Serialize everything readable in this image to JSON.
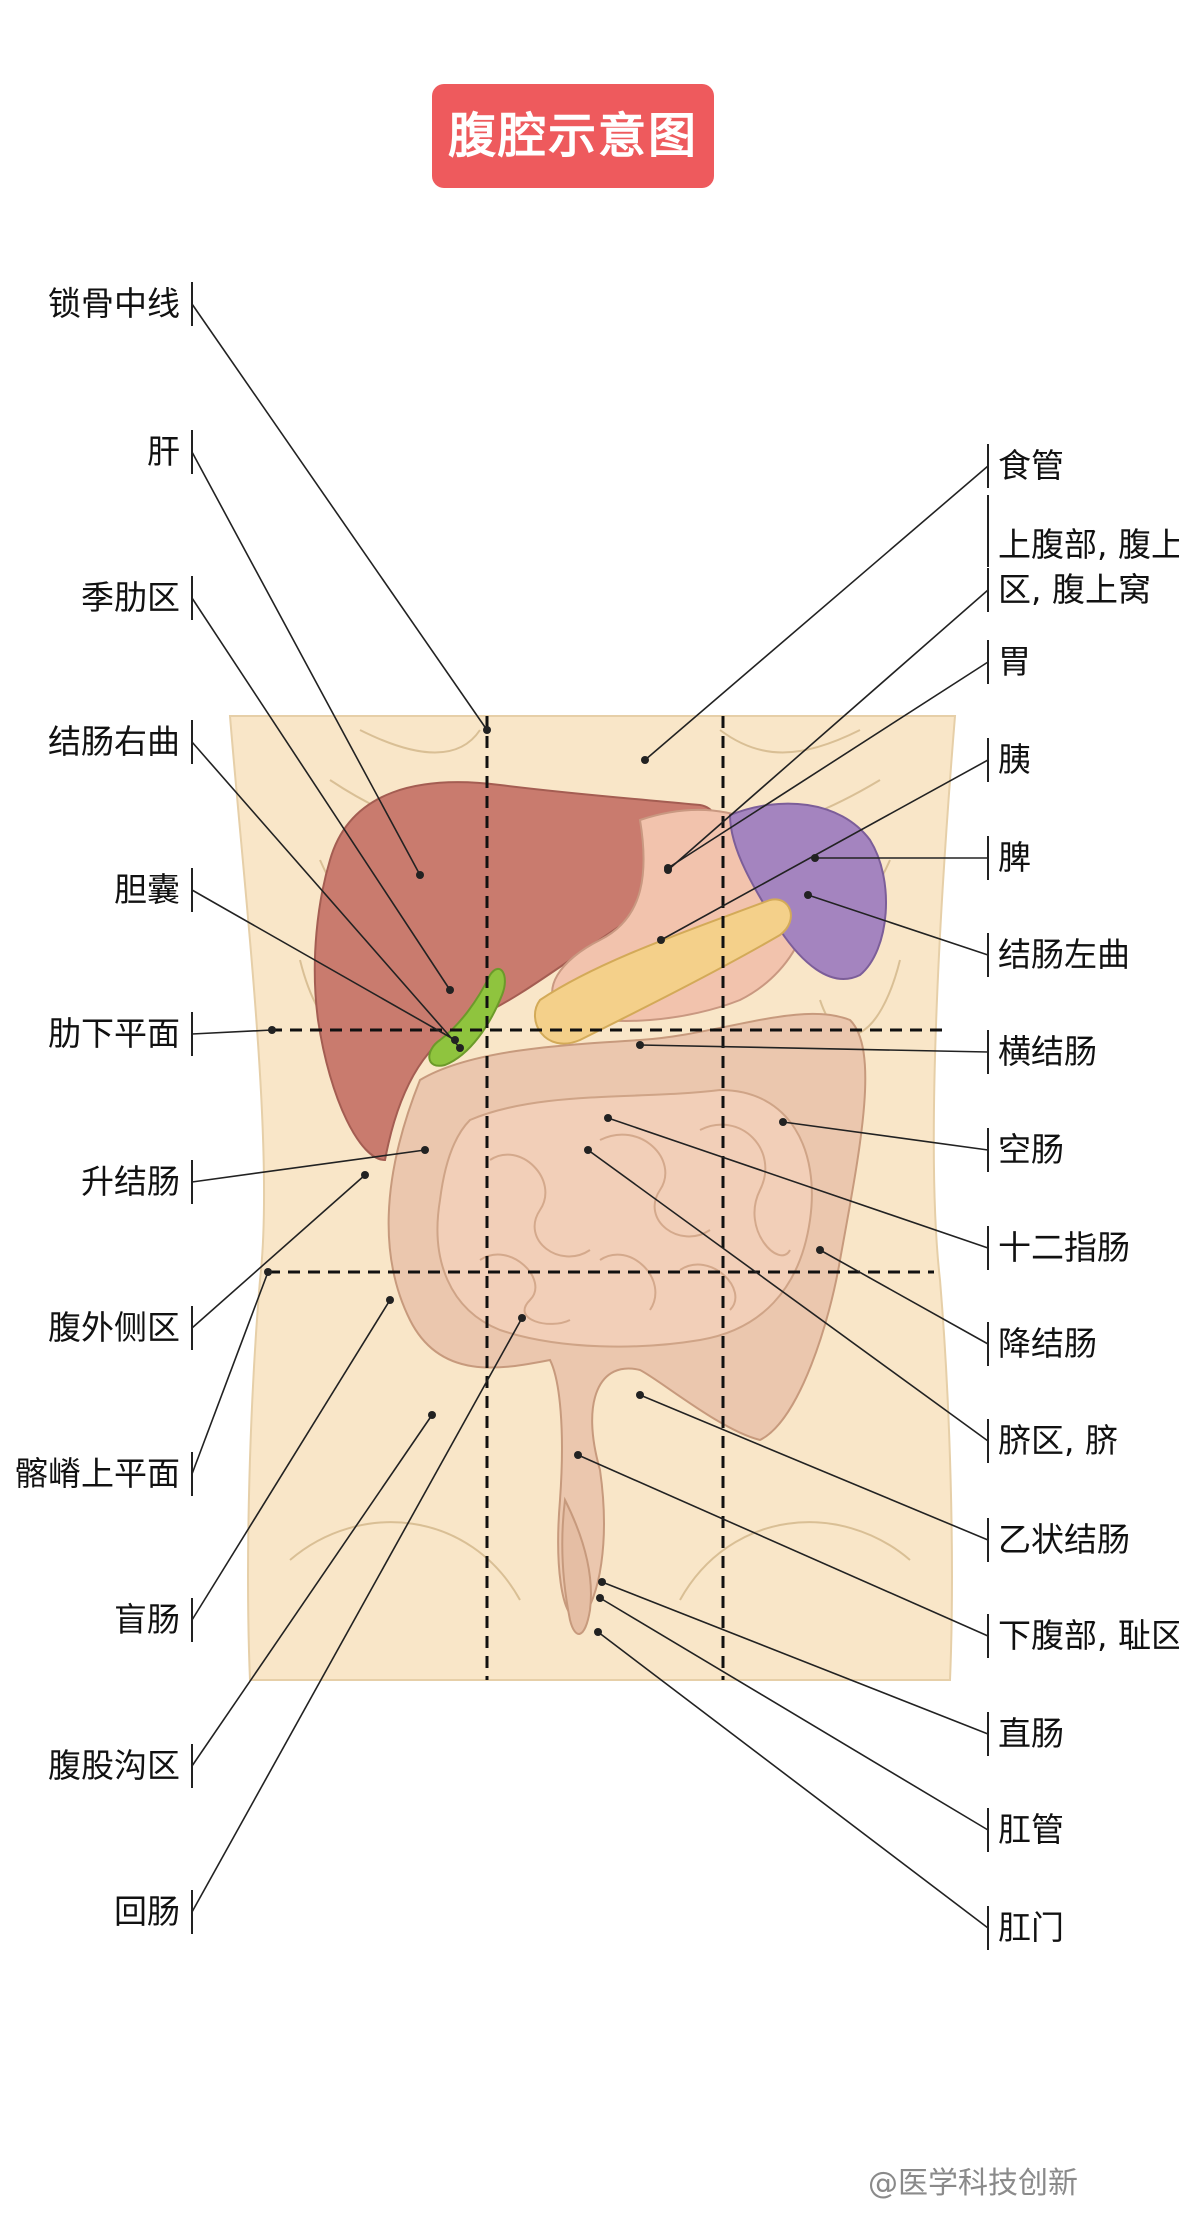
{
  "title": "腹腔示意图",
  "watermark": "@医学科技创新",
  "labels_left": [
    "锁骨中线",
    "肝",
    "季肋区",
    "结肠右曲",
    "胆囊",
    "肋下平面",
    "升结肠",
    "腹外侧区",
    "髂嵴上平面",
    "盲肠",
    "腹股沟区",
    "回肠"
  ],
  "labels_right": [
    "食管",
    "上腹部, 腹上",
    "区, 腹上窝",
    "胃",
    "胰",
    "脾",
    "结肠左曲",
    "横结肠",
    "空肠",
    "十二指肠",
    "降结肠",
    "脐区, 脐",
    "乙状结肠",
    "下腹部, 耻区",
    "直肠",
    "肛管",
    "肛门"
  ],
  "colors": {
    "title_bg": "#ee5a5d",
    "torso": "#f9e6c8",
    "liver": "#c97b6e",
    "stomach": "#f2c3ad",
    "pancreas": "#f4d08a",
    "spleen": "#a484bf",
    "gallbladder": "#8fc43e",
    "intestine": "#f2cfb8",
    "colon": "#ebc7ae"
  }
}
